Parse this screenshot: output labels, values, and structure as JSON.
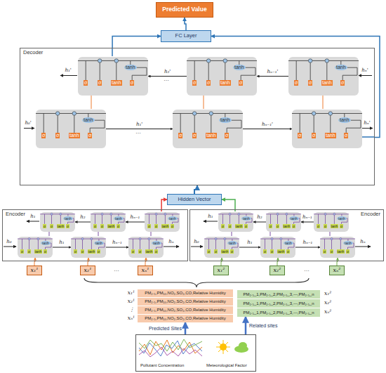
{
  "diagram": {
    "nodes": [
      {
        "text": [
          "Predicted Value"
        ]
      },
      {
        "text": [
          "FC Layer"
        ]
      },
      {
        "text": [
          "Decoder"
        ]
      },
      {
        "text": [
          "σ",
          "σ",
          "tanh",
          "σ",
          "tanh"
        ],
        "in": 2
      },
      {
        "text": [
          "σ",
          "σ",
          "tanh",
          "σ",
          "tanh"
        ],
        "in": 2
      },
      {
        "text": [
          "σ",
          "σ",
          "tanh",
          "σ",
          "tanh"
        ],
        "in": 2
      },
      {
        "text": [
          "σ",
          "σ",
          "tanh",
          "σ",
          "tanh"
        ],
        "in": 2
      },
      {
        "text": [
          "σ",
          "σ",
          "tanh",
          "σ",
          "tanh"
        ],
        "in": 2
      },
      {
        "text": [
          "σ",
          "σ",
          "tanh",
          "σ",
          "tanh"
        ],
        "in": 2
      },
      {
        "text": [
          "Hidden Vector"
        ]
      },
      {
        "text": [
          "Encoder"
        ]
      },
      {
        "text": [
          "σ",
          "σ",
          "tanh",
          "σ",
          "tanh"
        ],
        "in": 10
      },
      {
        "text": [
          "σ",
          "σ",
          "tanh",
          "σ",
          "tanh"
        ],
        "in": 10
      },
      {
        "text": [
          "σ",
          "σ",
          "tanh",
          "σ",
          "tanh"
        ],
        "in": 10
      },
      {
        "text": [
          "σ",
          "σ",
          "tanh",
          "σ",
          "tanh"
        ],
        "in": 10
      },
      {
        "text": [
          "σ",
          "σ",
          "tanh",
          "σ",
          "tanh"
        ],
        "in": 10
      },
      {
        "text": [
          "σ",
          "σ",
          "tanh",
          "σ",
          "tanh"
        ],
        "in": 10
      },
      {
        "text": [
          "Encoder"
        ]
      },
      {
        "text": [
          "σ",
          "σ",
          "tanh",
          "σ",
          "tanh"
        ],
        "in": 17
      },
      {
        "text": [
          "σ",
          "σ",
          "tanh",
          "σ",
          "tanh"
        ],
        "in": 17
      },
      {
        "text": [
          "σ",
          "σ",
          "tanh",
          "σ",
          "tanh"
        ],
        "in": 17
      },
      {
        "text": [
          "σ",
          "σ",
          "tanh",
          "σ",
          "tanh"
        ],
        "in": 17
      },
      {
        "text": [
          "σ",
          "σ",
          "tanh",
          "σ",
          "tanh"
        ],
        "in": 17
      },
      {
        "text": [
          "σ",
          "σ",
          "tanh",
          "σ",
          "tanh"
        ],
        "in": 17
      },
      {
        "text": [
          "x₁¹"
        ]
      },
      {
        "text": [
          "x₂¹"
        ]
      },
      {
        "text": [
          "xₙ¹"
        ]
      },
      {
        "text": [
          "x₁²"
        ]
      },
      {
        "text": [
          "x₂²"
        ]
      },
      {
        "text": [
          "xₙ²"
        ]
      },
      {
        "text": [
          "PM₂.₅,PM₁₀,NO₂,SO₂,CO,Relative Humidity"
        ]
      },
      {
        "text": [
          "PM₂.₅,PM₁₀,NO₂,SO₂,CO,Relative Humidity"
        ]
      },
      {
        "text": [
          "PM₂.₅,PM₁₀,NO₂,SO₂,CO,Relative Humidity"
        ]
      },
      {
        "text": [
          "PM₂.₅,PM₁₀,NO₂,SO₂,CO,Relative Humidity"
        ]
      },
      {
        "text": [
          "PM₂.₅_1,PM₂.₅_2,PM₂.₅_3,⋯,PM₂.₅_n"
        ]
      },
      {
        "text": [
          "PM₂.₅_1,PM₂.₅_2,PM₂.₅_3,⋯,PM₂.₅_n"
        ]
      },
      {
        "text": [
          "PM₂.₅_1,PM₂.₅_2,PM₂.₅_3,⋯,PM₂.₅_n"
        ]
      },
      {
        "text": [
          "Pollutant Concentration",
          "Meteorological Factor"
        ]
      }
    ],
    "edges": [
      {
        "from": 1,
        "to": 0,
        "arrow": "to"
      },
      {
        "from": 2,
        "to": 1,
        "arrow": "to"
      },
      {
        "from": 2,
        "to": 1,
        "arrow": "to"
      },
      {
        "from": 9,
        "to": 2,
        "arrow": "to"
      },
      {
        "from": 10,
        "to": 9,
        "arrow": "to"
      },
      {
        "from": 17,
        "to": 9,
        "arrow": "to"
      },
      {
        "from": 4,
        "to": 3,
        "label": "h₂'",
        "arrow": "to"
      },
      {
        "from": 5,
        "to": 4,
        "label": "hₙ₋₁'",
        "arrow": "to"
      },
      {
        "from": 6,
        "to": 7,
        "label": "h₁'",
        "arrow": "to"
      },
      {
        "from": 7,
        "to": 8,
        "label": "hₙ₋₁'",
        "arrow": "to"
      },
      {
        "from": 12,
        "to": 11,
        "label": "h₂",
        "arrow": "to"
      },
      {
        "from": 13,
        "to": 12,
        "label": "hₙ₋₁",
        "arrow": "to"
      },
      {
        "from": 14,
        "to": 15,
        "label": "h₁",
        "arrow": "to"
      },
      {
        "from": 15,
        "to": 16,
        "label": "hₙ₋₁",
        "arrow": "to"
      },
      {
        "from": 19,
        "to": 18,
        "label": "h₂",
        "arrow": "to"
      },
      {
        "from": 20,
        "to": 19,
        "label": "hₙ₋₁",
        "arrow": "to"
      },
      {
        "from": 21,
        "to": 22,
        "label": "h₁",
        "arrow": "to"
      },
      {
        "from": 22,
        "to": 23,
        "label": "hₙ₋₁",
        "arrow": "to"
      },
      {
        "from": 24,
        "to": 14,
        "arrow": "to"
      },
      {
        "from": 25,
        "to": 15,
        "arrow": "to"
      },
      {
        "from": 26,
        "to": 16,
        "arrow": "to"
      },
      {
        "from": 27,
        "to": 21,
        "arrow": "to"
      },
      {
        "from": 28,
        "to": 22,
        "arrow": "to"
      },
      {
        "from": 29,
        "to": 23,
        "arrow": "to"
      },
      {
        "from": 37,
        "to": 33,
        "label": "Predicted Sites",
        "arrow": "to"
      },
      {
        "from": 37,
        "to": 36,
        "label": "Related sites",
        "arrow": "to"
      }
    ],
    "labels": [
      "h₁'",
      "…",
      "hₙ'",
      "h₀'",
      "…",
      "hₙ'",
      "h₁",
      "h₀",
      "hₙ",
      "h₁",
      "h₀",
      "hₙ",
      "…",
      "…",
      "x₁¹",
      "x₂¹",
      "⋮",
      "xₙ¹",
      "x₁²",
      "x₂²",
      "xₙ²"
    ]
  }
}
